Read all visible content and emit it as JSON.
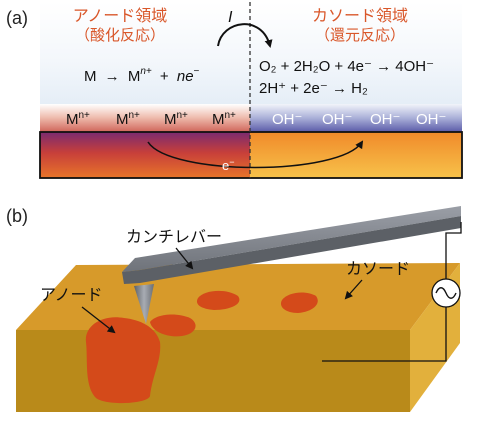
{
  "panel_a": {
    "label": "(a)",
    "anode_title": "アノード領域",
    "anode_subtitle": "（酸化反応）",
    "cathode_title": "カソード領域",
    "cathode_subtitle": "（還元反応）",
    "current_symbol": "I",
    "anode_reaction": {
      "m": "M",
      "arrow": "→",
      "mn": "M",
      "n_sup": "n+",
      "plus": "+",
      "ne": "ne",
      "e_sup": "−"
    },
    "cathode_reaction_1": "O₂ + 2H₂O + 4e⁻ → 4OH⁻",
    "cathode_reaction_2": "2H⁺ + 2e⁻ → H₂",
    "metal_ion": {
      "base": "M",
      "sup": "n+"
    },
    "hydroxide_ion": "OH⁻",
    "electron": {
      "base": "e",
      "sup": "−"
    }
  },
  "panel_b": {
    "label": "(b)",
    "cantilever_label": "カンチレバー",
    "cathode_label": "カソード",
    "anode_label": "アノード"
  },
  "colors": {
    "anode_text": "#d9572a",
    "cathode_text": "#d9572a",
    "sample_top": "#d79a2a",
    "anode_patch": "#d44a1a",
    "cantilever": "#7c7f85"
  }
}
